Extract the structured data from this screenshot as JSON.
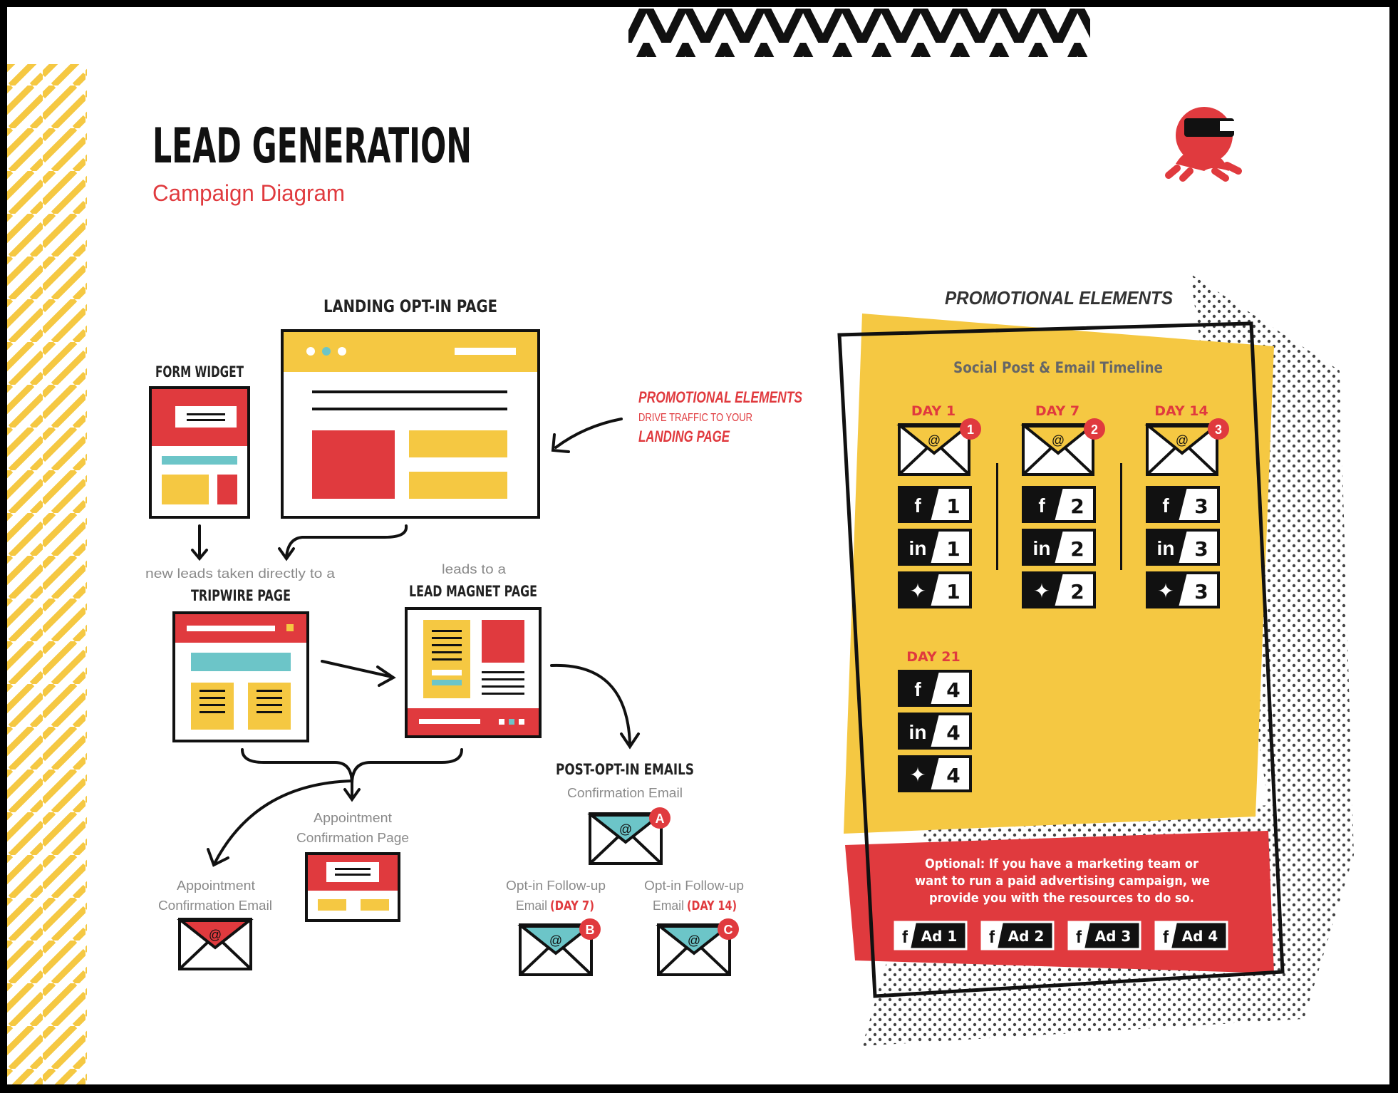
{
  "header": {
    "title": "LEAD GENERATION",
    "subtitle": "Campaign Diagram"
  },
  "colors": {
    "red": "#E03A3E",
    "yellow": "#F5C842",
    "teal": "#6CC5C8",
    "black": "#111111",
    "white": "#FFFFFF",
    "gray": "#8A8A8A"
  },
  "funnel": {
    "landing_label": "LANDING OPT-IN PAGE",
    "form_label": "FORM WIDGET",
    "promo_note": {
      "line1": "PROMOTIONAL ELEMENTS",
      "line2": "DRIVE TRAFFIC TO YOUR",
      "line3": "LANDING PAGE"
    },
    "tripwire_caption": "new leads taken directly to a",
    "tripwire_label": "TRIPWIRE PAGE",
    "magnet_caption": "leads to a",
    "magnet_label": "LEAD MAGNET PAGE",
    "appt_page": {
      "line1": "Appointment",
      "line2": "Confirmation Page"
    },
    "appt_email": {
      "line1": "Appointment",
      "line2": "Confirmation Email"
    },
    "post_optin": {
      "label": "POST-OPT-IN EMAILS",
      "confirmation": "Confirmation Email",
      "followup_b_line1": "Opt-in Follow-up",
      "followup_b_line2": "Email",
      "followup_b_day": "(DAY 7)",
      "followup_c_line1": "Opt-in Follow-up",
      "followup_c_line2": "Email",
      "followup_c_day": "(DAY 14)",
      "badge_a": "A",
      "badge_b": "B",
      "badge_c": "C"
    }
  },
  "promo_panel": {
    "heading": "PROMOTIONAL ELEMENTS",
    "timeline_title": "Social Post & Email Timeline",
    "columns": [
      {
        "day": "DAY 1",
        "badge": "1",
        "fb": "1",
        "li": "1",
        "tw": "1"
      },
      {
        "day": "DAY 7",
        "badge": "2",
        "fb": "2",
        "li": "2",
        "tw": "2"
      },
      {
        "day": "DAY 14",
        "badge": "3",
        "fb": "3",
        "li": "3",
        "tw": "3"
      }
    ],
    "day21": {
      "day": "DAY 21",
      "fb": "4",
      "li": "4",
      "tw": "4"
    },
    "optional": {
      "line1": "Optional: If you have a marketing team or",
      "line2": "want to run a paid advertising campaign, we",
      "line3": "provide you with the resources to do so."
    },
    "ads": [
      "Ad 1",
      "Ad 2",
      "Ad 3",
      "Ad 4"
    ]
  },
  "icons": {
    "logo": "mascot-octopus-icon",
    "email": "envelope-icon",
    "facebook": "facebook-icon",
    "linkedin": "linkedin-icon",
    "twitter": "twitter-icon"
  }
}
